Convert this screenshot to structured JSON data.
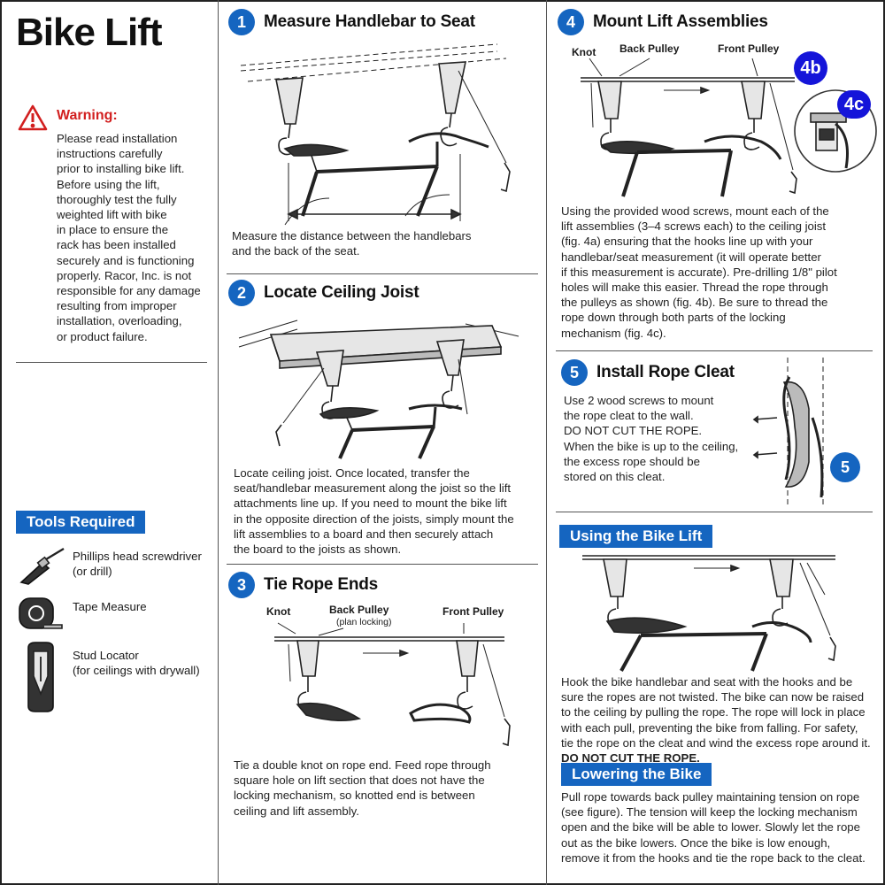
{
  "title": "Bike Lift",
  "warning": {
    "heading": "Warning:",
    "text": "Please read installation instructions carefully prior to installing bike lift. Before using the lift, thoroughly test the fully weighted lift with bike in place to ensure the rack has been installed securely and is functioning properly. Racor, Inc. is not responsible for any damage resulting from improper installation, overloading, or product failure.",
    "lines": [
      "Please read installation",
      "instructions carefully",
      "prior to installing bike lift.",
      "Before using the lift,",
      "thoroughly test the fully",
      "weighted lift with bike",
      "in place to ensure the",
      "rack has been installed",
      "securely and is functioning",
      "properly. Racor, Inc. is not",
      "responsible for any damage",
      "resulting from improper",
      "installation, overloading,",
      "or product failure."
    ]
  },
  "tools": {
    "heading": "Tools Required",
    "items": [
      {
        "label": "Phillips head screwdriver",
        "sub": "(or drill)",
        "icon": "screwdriver-icon"
      },
      {
        "label": "Tape Measure",
        "sub": "",
        "icon": "tape-measure-icon"
      },
      {
        "label": "Stud Locator",
        "sub": "(for ceilings with drywall)",
        "icon": "stud-locator-icon"
      }
    ]
  },
  "steps": [
    {
      "num": "1",
      "title": "Measure Handlebar to Seat",
      "lines": [
        "Measure the distance between the handlebars",
        "and the back of the seat."
      ]
    },
    {
      "num": "2",
      "title": "Locate Ceiling Joist",
      "lines": [
        "Locate ceiling joist. Once located, transfer the",
        "seat/handlebar measurement along the joist so the lift",
        "attachments line up. If you need to mount the bike lift",
        "in the opposite direction of the joists, simply mount the",
        "lift assemblies to a board and then securely attach",
        "the board to the joists as shown."
      ]
    },
    {
      "num": "3",
      "title": "Tie Rope Ends",
      "labels": {
        "knot": "Knot",
        "back_pulley": "Back Pulley",
        "back_pulley_sub": "(plan locking)",
        "front_pulley": "Front Pulley"
      },
      "lines": [
        "Tie a double knot on rope end. Feed rope through",
        "square hole on lift section that does not have the",
        "locking mechanism, so knotted end is between",
        "ceiling and lift assembly."
      ]
    },
    {
      "num": "4",
      "title": "Mount Lift Assemblies",
      "labels": {
        "knot": "Knot",
        "back_pulley": "Back Pulley",
        "front_pulley": "Front Pulley",
        "fig_b": "4b",
        "fig_c": "4c"
      },
      "lines": [
        "Using the provided wood screws, mount each of the",
        "lift assemblies (3–4 screws each) to the ceiling joist",
        "(fig. 4a) ensuring that the hooks line up with your",
        "handlebar/seat measurement (it will operate better",
        "if this measurement is accurate). Pre-drilling 1/8\" pilot",
        "holes will make this easier. Thread the rope through",
        "the pulleys as shown (fig. 4b). Be sure to thread the",
        "rope down through both parts of the locking",
        "mechanism (fig. 4c)."
      ]
    },
    {
      "num": "5",
      "title": "Install Rope Cleat",
      "badge": "5",
      "lines": [
        "Use 2 wood screws to mount",
        "the rope cleat to the wall.",
        "DO NOT CUT THE ROPE.",
        "When the bike is up to the ceiling,",
        "the excess rope should be",
        "stored on this cleat."
      ]
    }
  ],
  "using": {
    "heading": "Using the Bike Lift",
    "lines": [
      "Hook the bike handlebar and seat with the hooks and be",
      "sure the ropes are not twisted. The bike can now be raised",
      "to the ceiling by pulling the rope. The rope will lock in place",
      "with each pull, preventing the bike from falling. For safety,",
      "tie the rope on the cleat and wind the excess rope around it.",
      "DO NOT CUT THE ROPE."
    ]
  },
  "lowering": {
    "heading": "Lowering the Bike",
    "lines": [
      "Pull rope towards back pulley maintaining tension on rope",
      "(see figure). The tension will keep the locking mechanism",
      "open and the bike will be able to lower. Slowly let the rope",
      "out as the bike lowers. Once the bike is low enough,",
      "remove it from the hooks and tie the rope back to the cleat."
    ]
  }
}
